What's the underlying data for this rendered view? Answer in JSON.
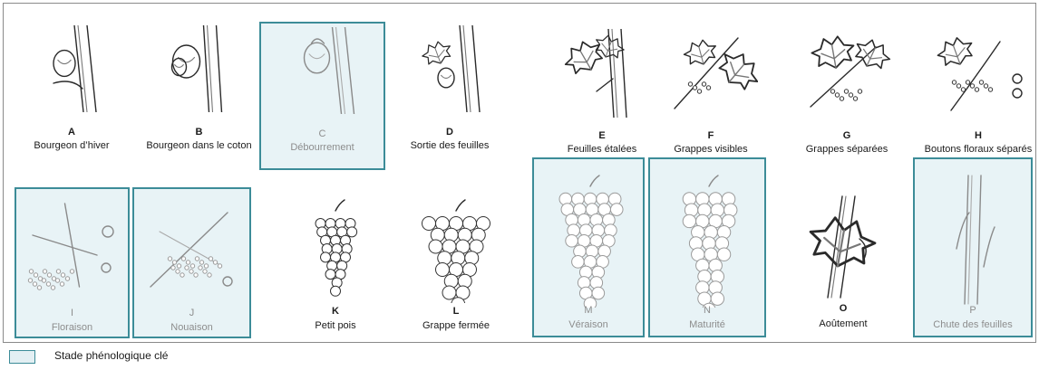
{
  "legend": {
    "label": "Stade  phénologique clé",
    "color": "#3c8c98",
    "fill": "#e3eff3"
  },
  "stages": [
    {
      "letter": "A",
      "name": "Bourgeon d’hiver",
      "key": false,
      "illustration": "dormant-bud"
    },
    {
      "letter": "B",
      "name": "Bourgeon dans le coton",
      "key": false,
      "illustration": "woolly-bud"
    },
    {
      "letter": "C",
      "name": "Débourrement",
      "key": true,
      "illustration": "budburst"
    },
    {
      "letter": "D",
      "name": "Sortie des feuilles",
      "key": false,
      "illustration": "leaf-emergence"
    },
    {
      "letter": "E",
      "name": "Feuilles étalées",
      "key": false,
      "illustration": "spread-leaves"
    },
    {
      "letter": "F",
      "name": "Grappes visibles",
      "key": false,
      "illustration": "visible-clusters"
    },
    {
      "letter": "G",
      "name": "Grappes séparées",
      "key": false,
      "illustration": "separated-clusters"
    },
    {
      "letter": "H",
      "name": "Boutons floraux séparés",
      "key": false,
      "illustration": "separated-flower-buds"
    },
    {
      "letter": "I",
      "name": "Floraison",
      "key": true,
      "illustration": "flowering"
    },
    {
      "letter": "J",
      "name": "Nouaison",
      "key": true,
      "illustration": "fruit-set"
    },
    {
      "letter": "K",
      "name": "Petit pois",
      "key": false,
      "illustration": "pea-size-cluster"
    },
    {
      "letter": "L",
      "name": "Grappe fermée",
      "key": false,
      "illustration": "closed-cluster"
    },
    {
      "letter": "M",
      "name": "Véraison",
      "key": true,
      "illustration": "veraison-cluster"
    },
    {
      "letter": "N",
      "name": "Maturité",
      "key": true,
      "illustration": "ripe-cluster"
    },
    {
      "letter": "O",
      "name": "Aoûtement",
      "key": false,
      "illustration": "cane-lignification"
    },
    {
      "letter": "P",
      "name": "Chute des feuilles",
      "key": true,
      "illustration": "leaf-fall"
    }
  ]
}
